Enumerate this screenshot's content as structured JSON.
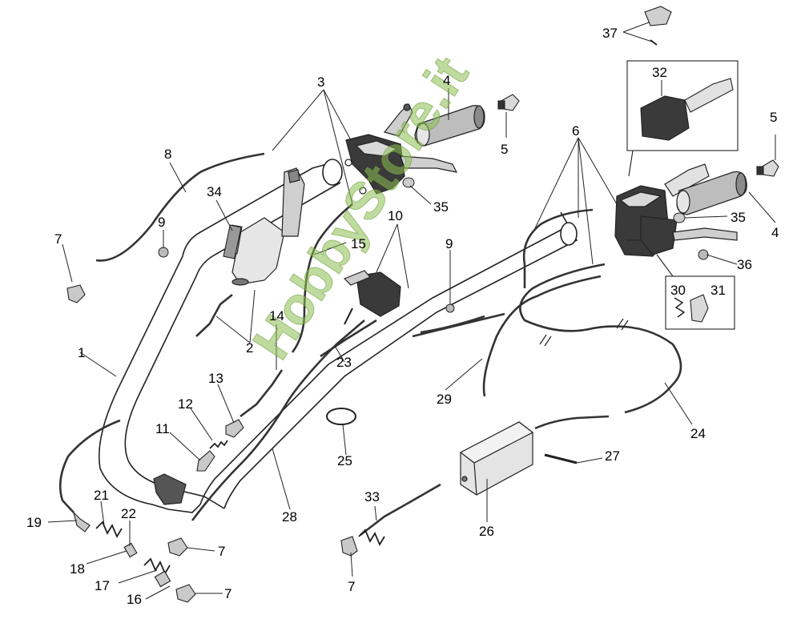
{
  "watermark": "HobbyStore.it",
  "callouts": [
    "1",
    "2",
    "3",
    "4",
    "5",
    "5",
    "6",
    "7",
    "7",
    "7",
    "7",
    "7",
    "8",
    "9",
    "9",
    "10",
    "11",
    "12",
    "13",
    "14",
    "15",
    "16",
    "17",
    "18",
    "19",
    "21",
    "22",
    "23",
    "24",
    "25",
    "26",
    "27",
    "28",
    "29",
    "30",
    "31",
    "32",
    "33",
    "34",
    "35",
    "35",
    "36",
    "37"
  ],
  "colors": {
    "line": "#222222",
    "part_fill": "#d9d9d9",
    "dark_part": "#3a3a3a",
    "watermark": "#8cbe50"
  }
}
